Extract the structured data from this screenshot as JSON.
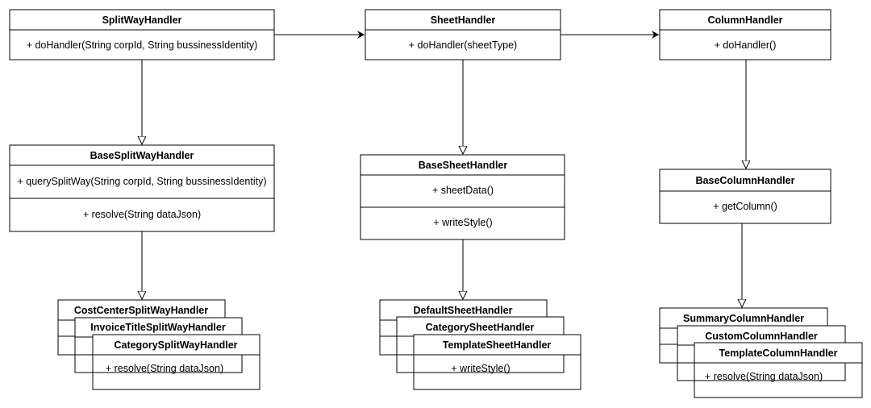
{
  "classes": {
    "split_way_handler": {
      "name": "SplitWayHandler",
      "methods": [
        "+ doHandler(String corpId, String bussinessIdentity)"
      ]
    },
    "sheet_handler": {
      "name": "SheetHandler",
      "methods": [
        "+ doHandler(sheetType)"
      ]
    },
    "column_handler": {
      "name": "ColumnHandler",
      "methods": [
        "+ doHandler()"
      ]
    },
    "base_split_way_handler": {
      "name": "BaseSplitWayHandler",
      "methods": [
        "+ querySplitWay(String corpId, String bussinessIdentity)",
        "+ resolve(String dataJson)"
      ]
    },
    "base_sheet_handler": {
      "name": "BaseSheetHandler",
      "methods": [
        "+ sheetData()",
        "+ writeStyle()"
      ]
    },
    "base_column_handler": {
      "name": "BaseColumnHandler",
      "methods": [
        "+ getColumn()"
      ]
    },
    "cost_center_split_way_handler": {
      "name": "CostCenterSplitWayHandler"
    },
    "invoice_title_split_way_handler": {
      "name": "InvoiceTitleSplitWayHandler",
      "methods": [
        "+ resolve(String dataJson)"
      ]
    },
    "category_split_way_handler": {
      "name": "CategorySplitWayHandler"
    },
    "default_sheet_handler": {
      "name": "DefaultSheetHandler"
    },
    "category_sheet_handler": {
      "name": "CategorySheetHandler",
      "methods": [
        "+ writeStyle()"
      ]
    },
    "template_sheet_handler": {
      "name": "TemplateSheetHandler"
    },
    "summary_column_handler": {
      "name": "SummaryColumnHandler"
    },
    "custom_column_handler": {
      "name": "CustomColumnHandler",
      "methods": [
        "+ resolve(String dataJson)"
      ]
    },
    "template_column_handler": {
      "name": "TemplateColumnHandler"
    }
  }
}
